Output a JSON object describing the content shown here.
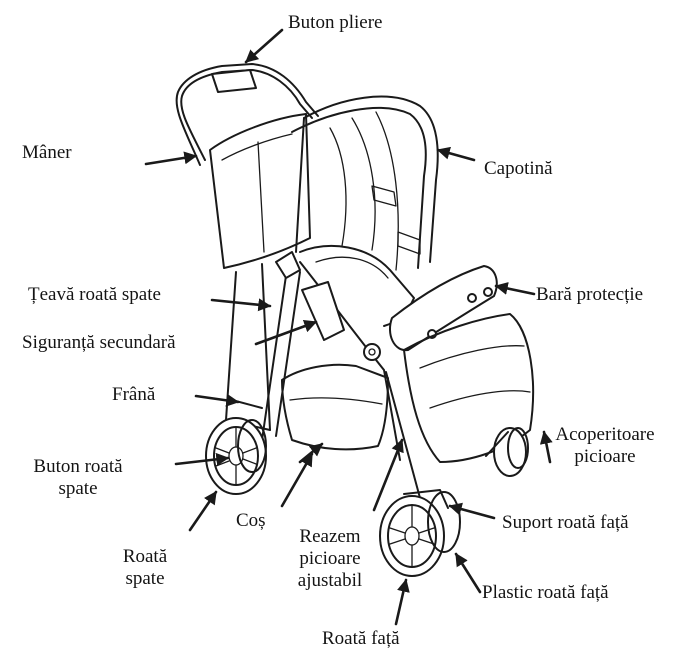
{
  "colors": {
    "ink": "#1a1a1a",
    "background": "#ffffff"
  },
  "labels": {
    "fold_button": "Buton pliere",
    "handle": "Mâner",
    "canopy": "Capotină",
    "rear_wheel_tube": "Țeavă roată spate",
    "bumper_bar": "Bară protecție",
    "secondary_lock": "Siguranță secundară",
    "brake": "Frână",
    "foot_cover_line1": "Acoperitoare",
    "foot_cover_line2": "picioare",
    "rear_wheel_button_line1": "Buton roată",
    "rear_wheel_button_line2": "spate",
    "basket": "Coș",
    "front_wheel_support": "Suport roată față",
    "footrest_line1": "Reazem",
    "footrest_line2": "picioare",
    "footrest_line3": "ajustabil",
    "rear_wheel_line1": "Roată",
    "rear_wheel_line2": "spate",
    "front_wheel_plastic": "Plastic roată față",
    "front_wheel": "Roată față"
  }
}
